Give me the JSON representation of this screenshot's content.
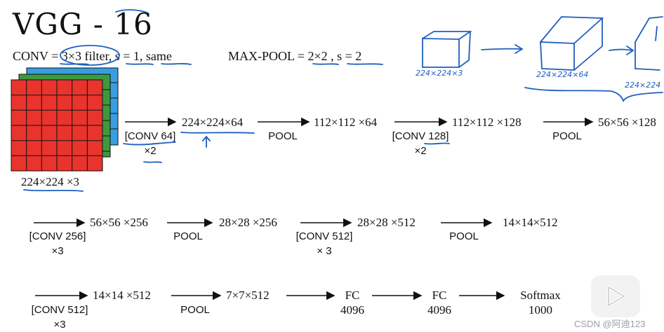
{
  "title": "VGG - 16",
  "header": {
    "conv_def": "CONV = 3×3 filter, s = 1, same",
    "pool_def": "MAX-POOL = 2×2 , s = 2"
  },
  "input_size": "224×224 ×3",
  "row1": {
    "op1_line1": "[CONV 64]",
    "op1_line2": "×2",
    "size1": "224×224×64",
    "op2": "POOL",
    "size2": "112×112 ×64",
    "op3_line1": "[CONV 128]",
    "op3_line2": "×2",
    "size3": "112×112 ×128",
    "op4": "POOL",
    "size4": "56×56 ×128"
  },
  "row2": {
    "op1_line1": "[CONV 256]",
    "op1_line2": "×3",
    "size1": "56×56 ×256",
    "op2": "POOL",
    "size2": "28×28 ×256",
    "op3_line1": "[CONV 512]",
    "op3_line2": "× 3",
    "size3": "28×28 ×512",
    "op4": "POOL",
    "size4": "14×14×512"
  },
  "row3": {
    "op1_line1": "[CONV 512]",
    "op1_line2": "×3",
    "size1": "14×14 ×512",
    "op2": "POOL",
    "size2": "7×7×512",
    "fc1_label": "FC",
    "fc1_units": "4096",
    "fc2_label": "FC",
    "fc2_units": "4096",
    "out_label": "Softmax",
    "out_units": "1000"
  },
  "sketch": {
    "label1": "224×224×3",
    "label2": "224×224×64",
    "label3": "224×224"
  },
  "watermark": "CSDN @阿迪123",
  "colors": {
    "ink_blue": "#1f5fbf",
    "layer_red": "#e8342c",
    "layer_green": "#3c9a3c",
    "layer_blue": "#3a9de0",
    "watermark_gray": "#9aa0a6"
  },
  "icons": [
    "play-icon"
  ]
}
